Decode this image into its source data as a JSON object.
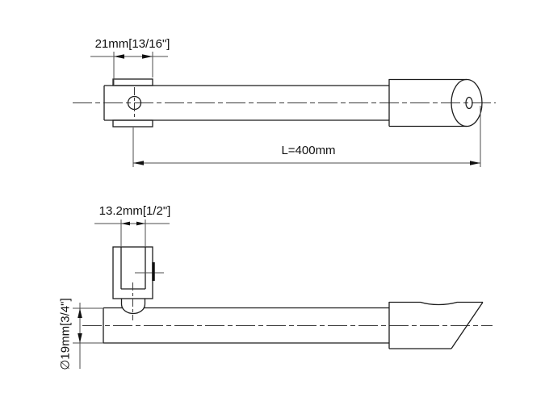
{
  "drawing": {
    "background_color": "#ffffff",
    "object_line_color": "#1c1c1c",
    "dimension_line_color": "#4d4d4d",
    "text_color": "#111111",
    "views": {
      "top_view": {
        "dim_plate_width": "21mm[13/16\"]",
        "dim_overall_length": "L=400mm"
      },
      "side_view": {
        "dim_slot_width": "13.2mm[1/2\"]",
        "dim_bar_diameter": "∅19mm[3/4\"]"
      }
    }
  }
}
